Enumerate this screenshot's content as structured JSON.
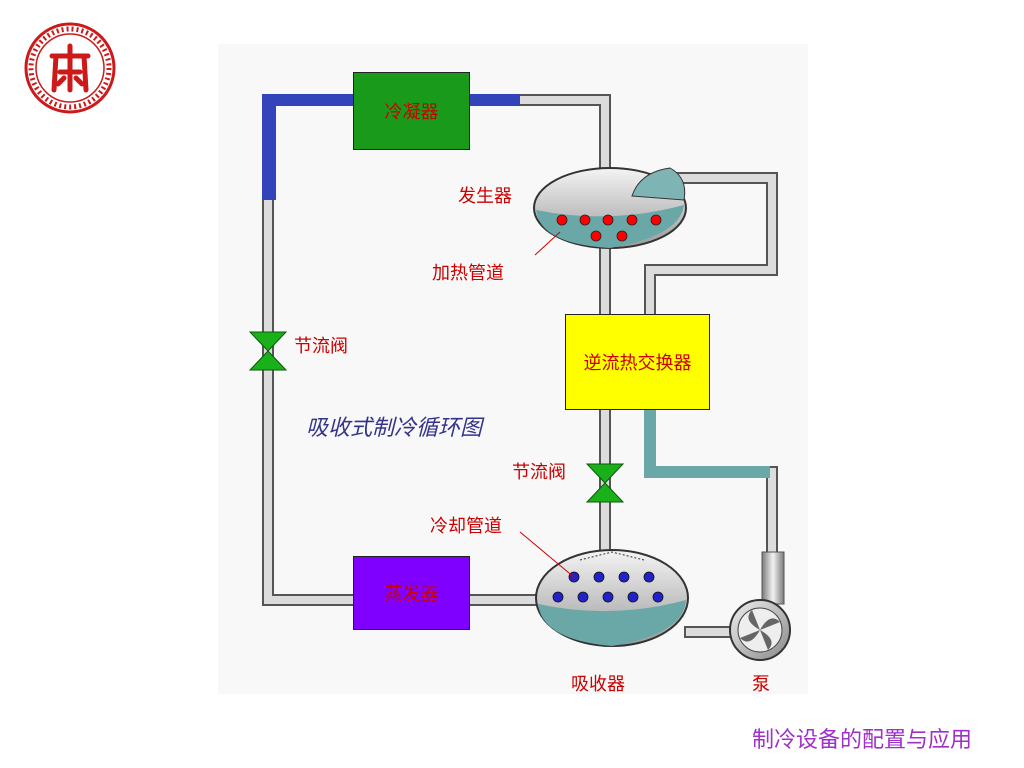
{
  "diagram": {
    "caption": "吸收式制冷循环图",
    "components": {
      "condenser": "冷凝器",
      "generator": "发生器",
      "heating_pipe": "加热管道",
      "throttle_left": "节流阀",
      "heat_exchanger": "逆流热交换器",
      "throttle_right": "节流阀",
      "cooling_pipe": "冷却管道",
      "evaporator": "蒸发器",
      "absorber": "吸收器",
      "pump": "泵"
    }
  },
  "footer": {
    "text": "制冷设备的配置与应用"
  },
  "colors": {
    "condenser": "#1a9a1a",
    "evaporator": "#8000ff",
    "heat_exchanger": "#ffff00",
    "valve": "#1ab01a",
    "refrigerant": "#3344bb",
    "liquid": "#6aa8a8",
    "label_red": "#cc0000",
    "footer": "#a030c8",
    "logo": "#cc1a1a"
  }
}
